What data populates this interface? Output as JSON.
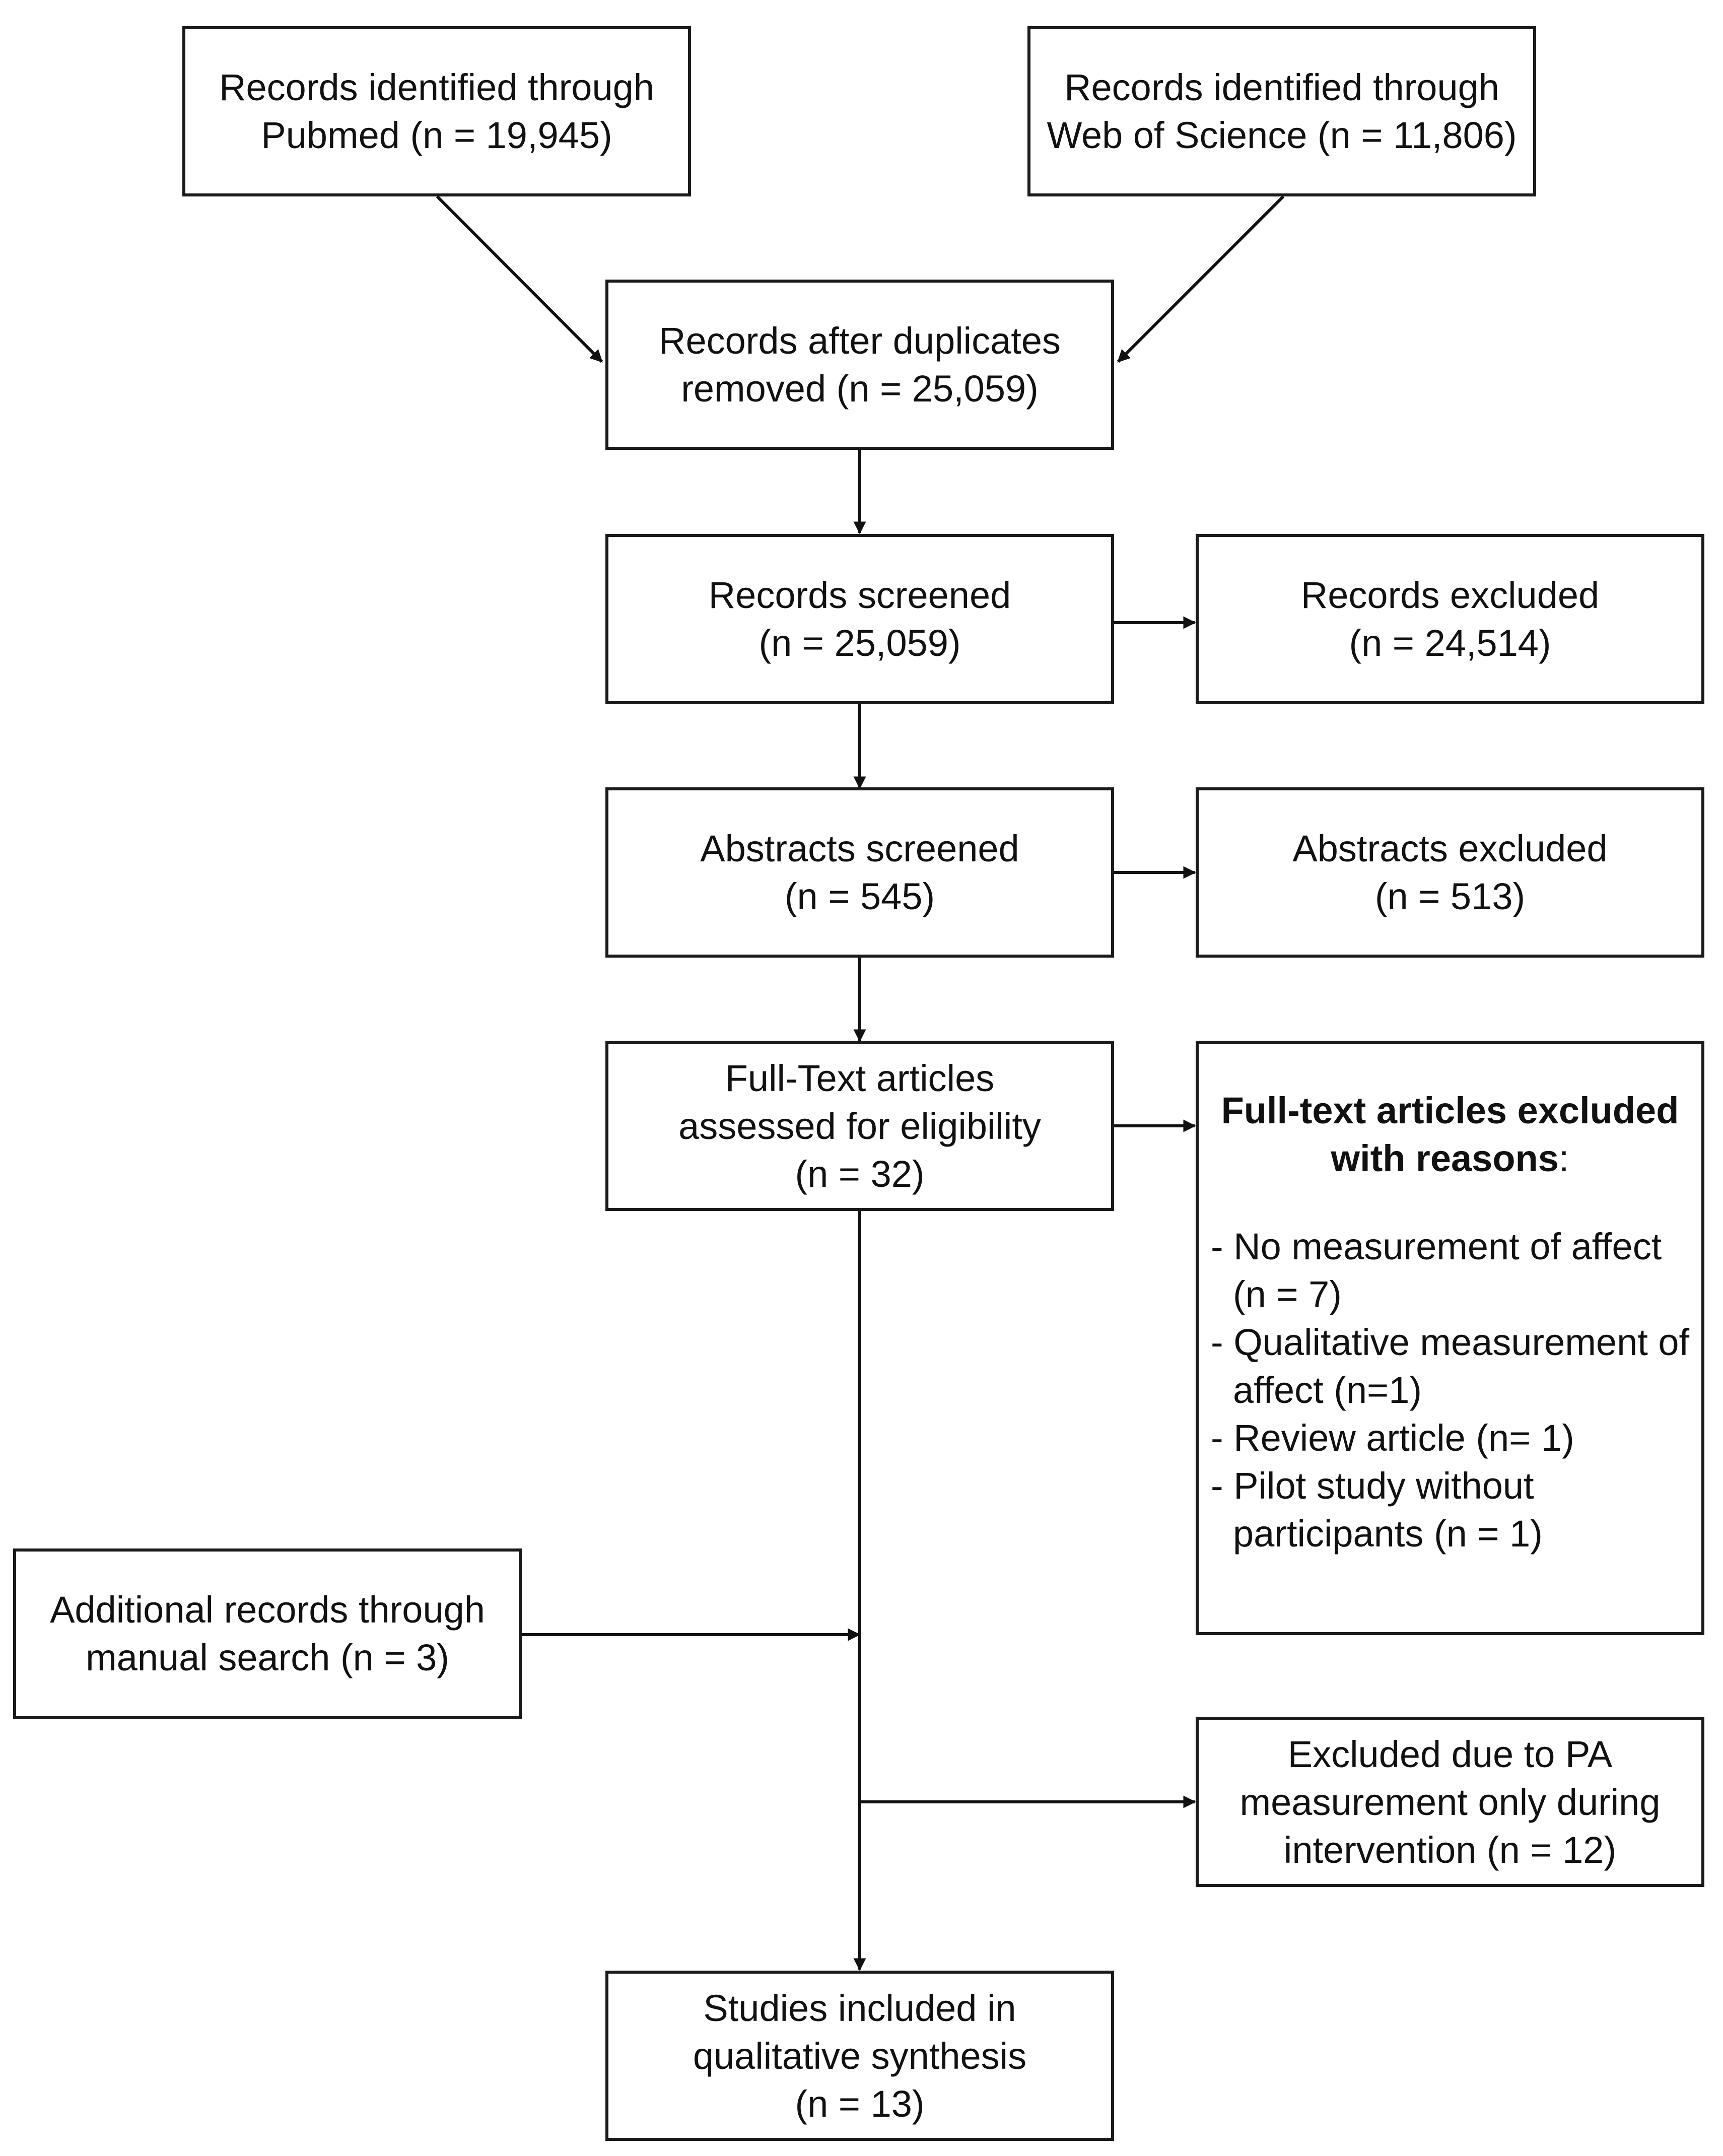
{
  "boxes": {
    "pubmed": [
      "Records identified through",
      "Pubmed (n = 19,945)"
    ],
    "wos": [
      "Records identified through",
      "Web of Science (n = 11,806)"
    ],
    "duplicates": [
      "Records after duplicates",
      "removed (n = 25,059)"
    ],
    "screened": [
      "Records screened",
      "(n = 25,059)"
    ],
    "excluded": [
      "Records excluded",
      "(n = 24,514)"
    ],
    "abstracts_screened": [
      "Abstracts screened",
      "(n = 545)"
    ],
    "abstracts_excluded": [
      "Abstracts excluded",
      "(n = 513)"
    ],
    "fulltext_assessed": [
      "Full-Text articles",
      "assessed for eligibility",
      "(n = 32)"
    ],
    "manual_search": [
      "Additional records through",
      "manual search (n = 3)"
    ],
    "pa_excluded": [
      "Excluded due to PA",
      "measurement only during",
      "intervention  (n = 12)"
    ],
    "included": [
      "Studies included in",
      "qualitative synthesis",
      "(n = 13)"
    ]
  },
  "fulltext_excluded": {
    "title_line1": "Full-text articles excluded",
    "title_line2": "with reasons",
    "title_suffix": ":",
    "reasons": [
      [
        "- No measurement of affect",
        "(n = 7)"
      ],
      [
        "- Qualitative measurement of",
        "affect (n=1)"
      ],
      [
        "- Review article (n= 1)"
      ],
      [
        "- Pilot study without",
        "participants (n = 1)"
      ]
    ]
  }
}
